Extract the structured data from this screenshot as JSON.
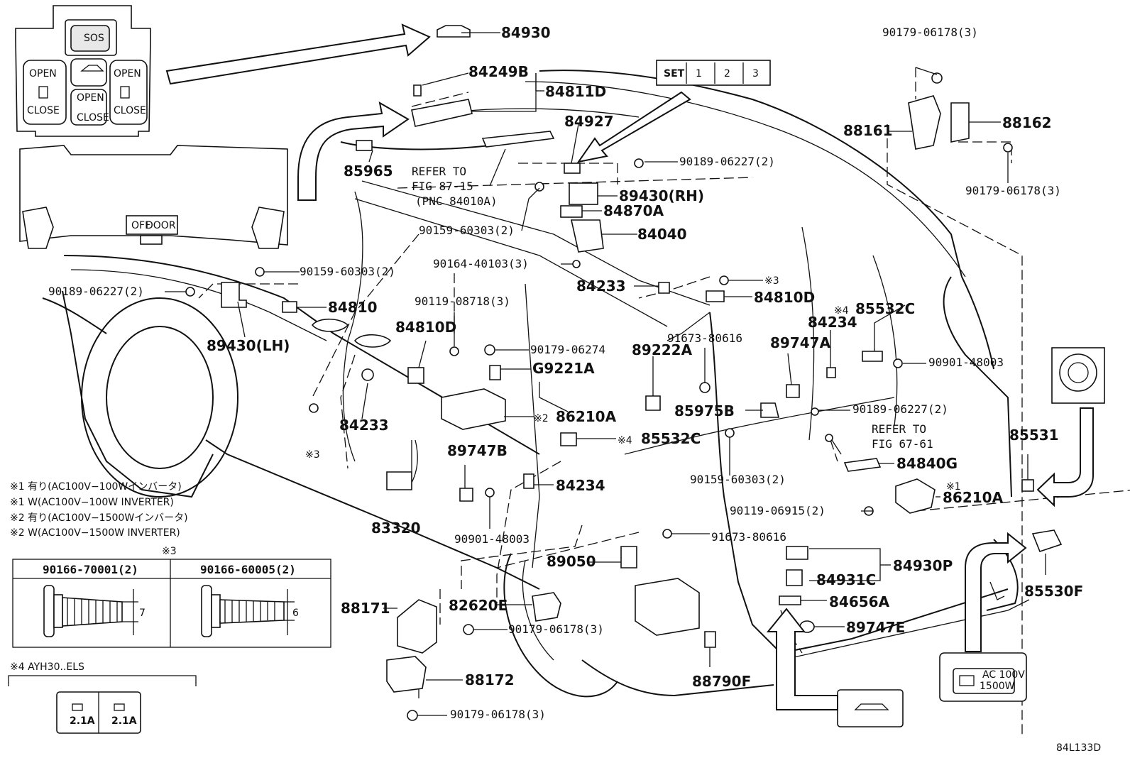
{
  "labels": {
    "p84930": "84930",
    "p84249B": "84249B",
    "p84811D": "84811D",
    "p84927": "84927",
    "p85965": "85965",
    "refer_to_1": "REFER TO",
    "fig_87_15": "FIG 87-15",
    "pnc_84010A": "(PNC 84010A)",
    "p90189_06227_a": "90189-06227(2)",
    "p89430RH": "89430(RH)",
    "p84870A": "84870A",
    "p90159_60303_a": "90159-60303(2)",
    "p84040": "84040",
    "p90164_40103": "90164-40103(3)",
    "p90159_60303_b": "90159-60303(2)",
    "p90189_06227_b": "90189-06227(2)",
    "p84810": "84810",
    "p89430LH": "89430(LH)",
    "p90119_08718": "90119-08718(3)",
    "p84810D_a": "84810D",
    "p90179_06274": "90179-06274",
    "pG9221A": "G9221A",
    "p86210A_a": "86210A",
    "p84233_a": "84233",
    "p84233_b": "84233",
    "p84810D_b": "84810D",
    "p84234_a": "84234",
    "p85532C_a": "85532C",
    "p91673_80616_a": "91673-80616",
    "p89747A": "89747A",
    "p89222A": "89222A",
    "p90901_48003_a": "90901-48003",
    "p85975B": "85975B",
    "p90189_06227_c": "90189-06227(2)",
    "p85532C_b": "85532C",
    "refer_to_2": "REFER TO",
    "fig_67_61": "FIG 67-61",
    "p84840G": "84840G",
    "p85531": "85531",
    "p89747B": "89747B",
    "p84234_b": "84234",
    "p90159_60303_c": "90159-60303(2)",
    "p86210A_b": "86210A",
    "p90119_06915": "90119-06915(2)",
    "p83320": "83320",
    "p90901_48003_b": "90901-48003",
    "p91673_80616_b": "91673-80616",
    "p89050": "89050",
    "p84930P": "84930P",
    "p84931C": "84931C",
    "p84656A": "84656A",
    "p85530F": "85530F",
    "p88171": "88171",
    "p82620E": "82620E",
    "p90179_06178_a": "90179-06178(3)",
    "p89747E": "89747E",
    "p88172": "88172",
    "p88790F": "88790F",
    "p90179_06178_b": "90179-06178(3)",
    "p90179_06178_c": "90179-06178(3)",
    "p88161": "88161",
    "p88162": "88162",
    "p90179_06178_d": "90179-06178(3)"
  },
  "marks": {
    "note3_a": "※3",
    "note3_b": "※3",
    "note4_a": "※4",
    "note4_b": "※4",
    "note2": "※2",
    "note1": "※1"
  },
  "notes": [
    "※1 有り(AC100V−100Wインバータ)",
    "※1 W(AC100V−100W INVERTER)",
    "※2 有り(AC100V−1500Wインバータ)",
    "※2 W(AC100V−1500W INVERTER)"
  ],
  "table": {
    "marker": "※3",
    "col1_header": "90166-70001(2)",
    "col2_header": "90166-60005(2)",
    "dim1": "7",
    "dim2": "6"
  },
  "note4_title": "※4 AYH30..ELS",
  "switch_panel": {
    "sos": "SOS",
    "open": "OPEN",
    "close": "CLOSE"
  },
  "overhead_panel": {
    "off": "OFF",
    "door": "DOOR"
  },
  "memory_buttons": [
    "SET",
    "1",
    "2",
    "3"
  ],
  "usb_ports": [
    "2.1A",
    "2.1A"
  ],
  "inverter_switch": {
    "line1": "AC 100V",
    "line2": "1500W"
  },
  "figure_id": "84L133D"
}
